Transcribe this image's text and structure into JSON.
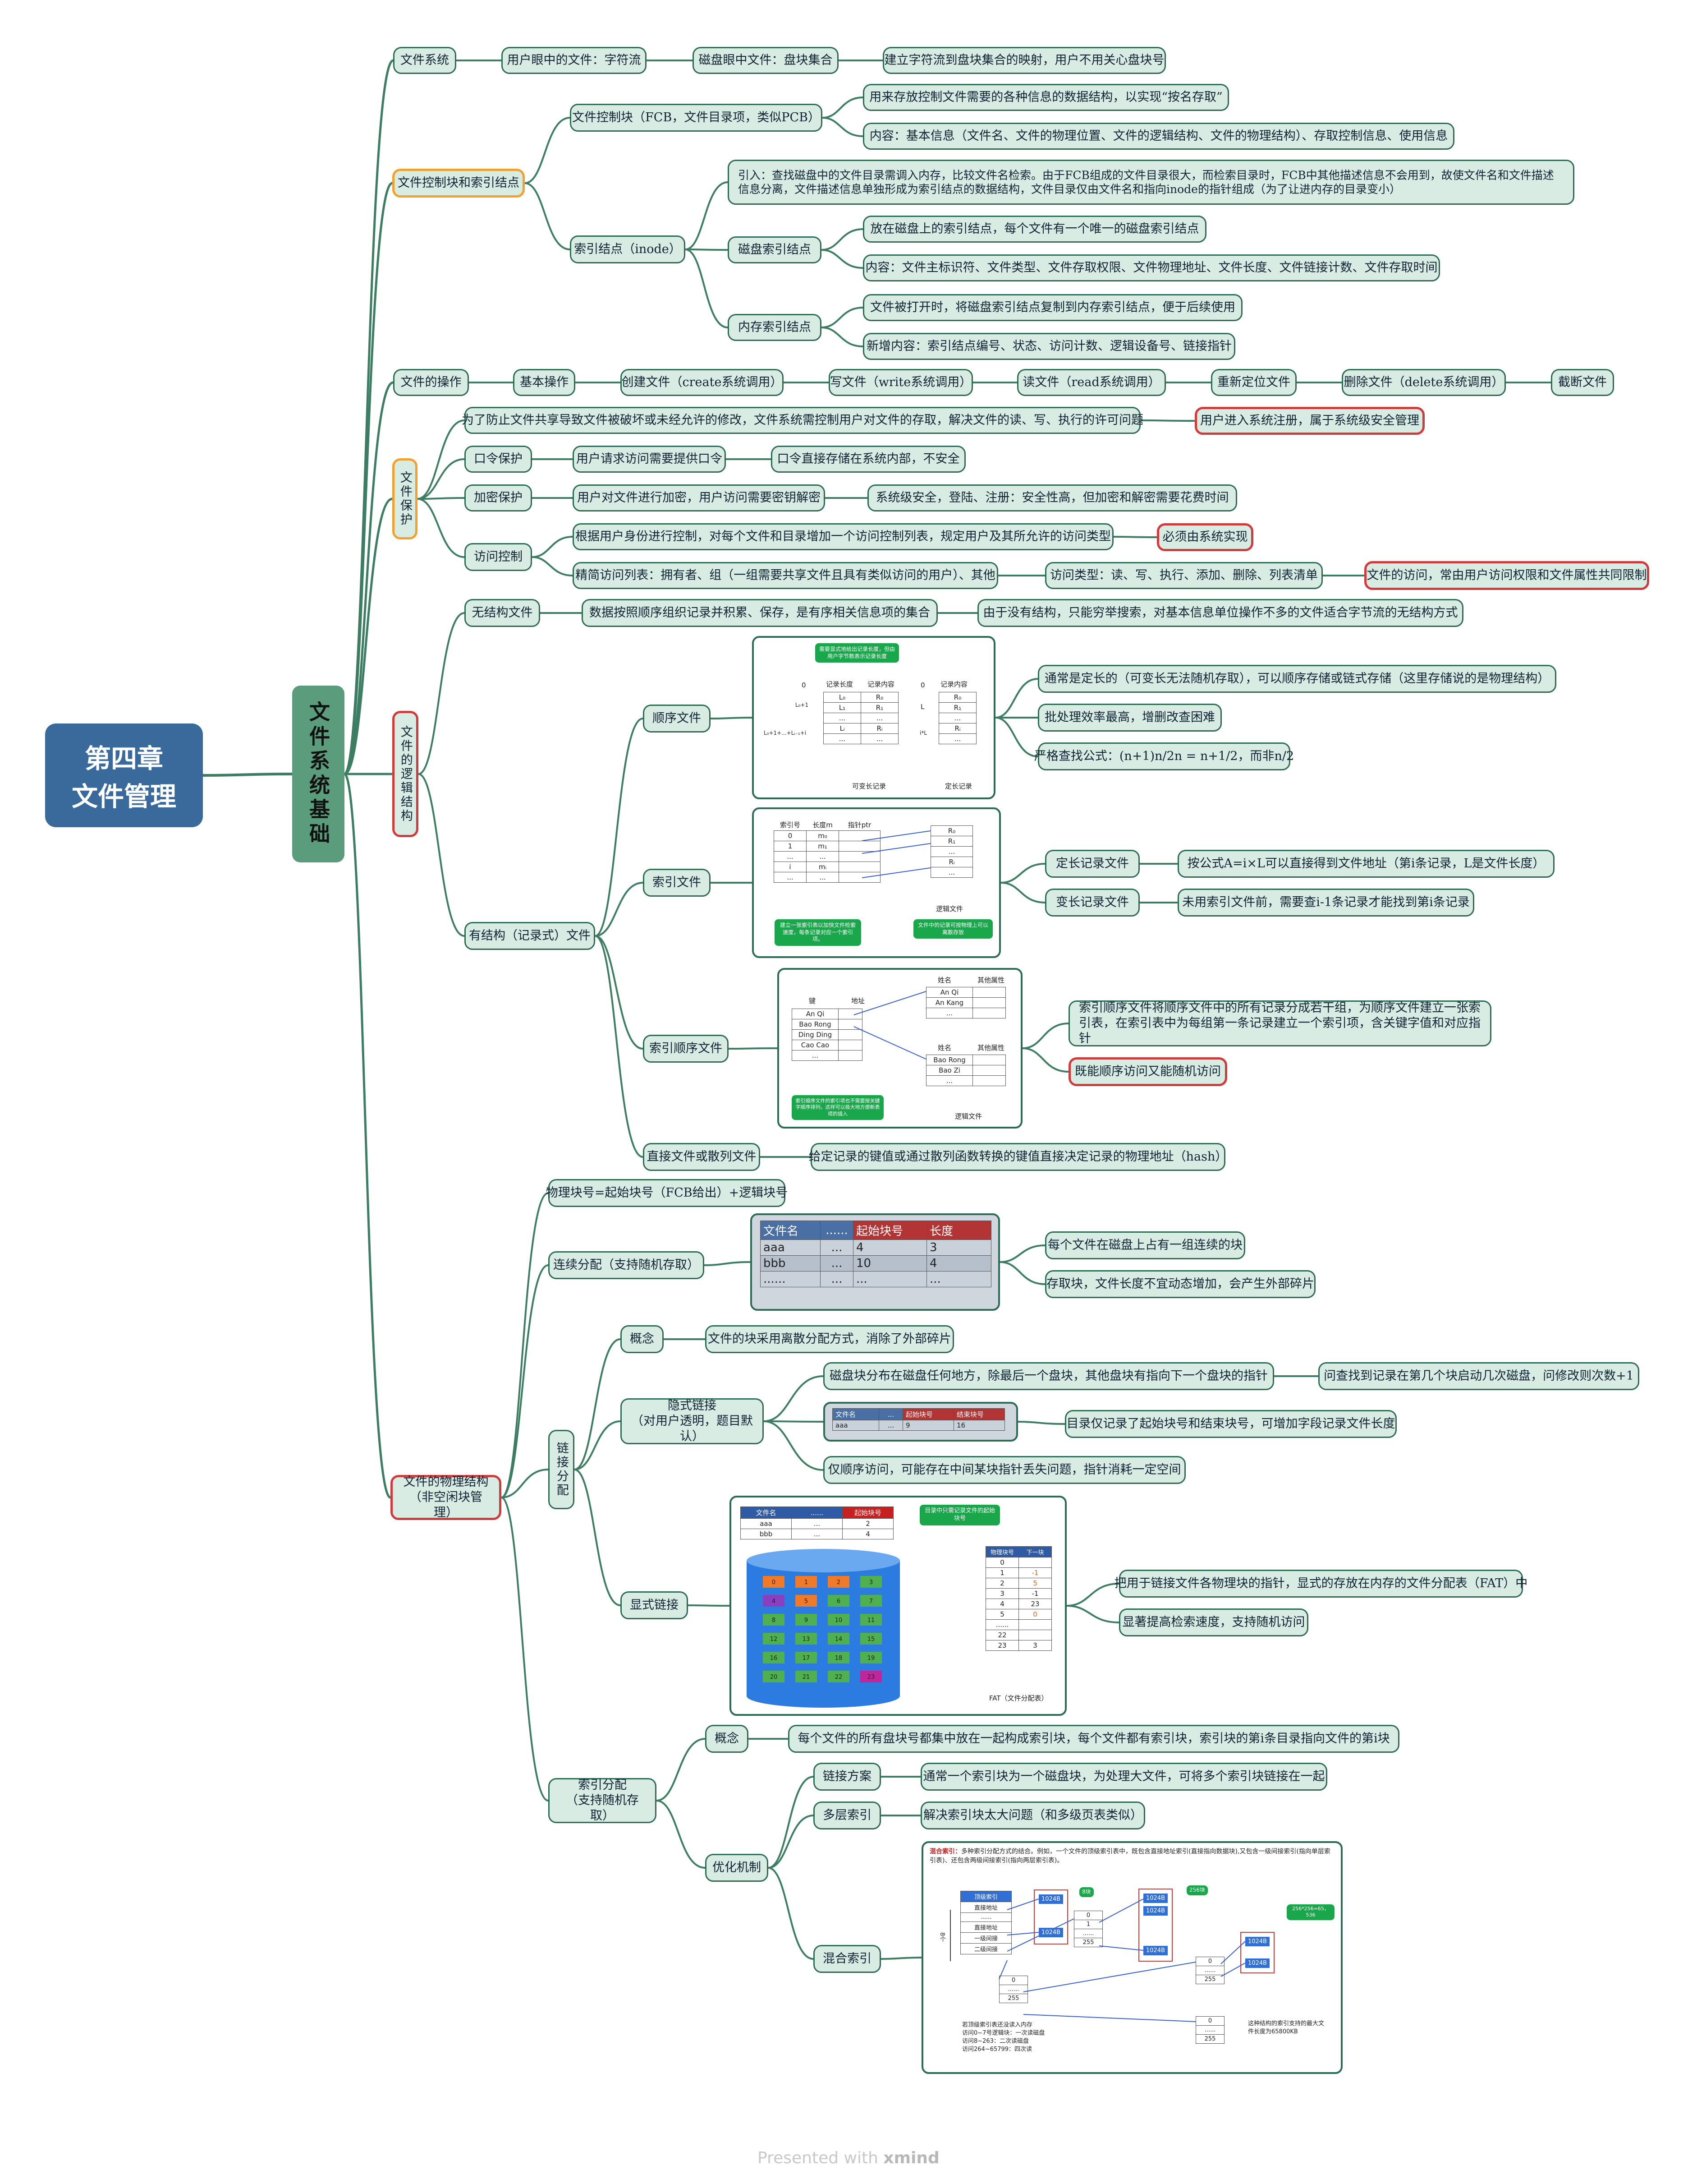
{
  "root": {
    "line1": "第四章",
    "line2": "文件管理"
  },
  "trunk": "文件系统基础",
  "fs": {
    "label": "文件系统",
    "user_view": "用户眼中的文件：字符流",
    "disk_view": "磁盘眼中文件：盘块集合",
    "mapping": "建立字符流到盘块集合的映射，用户不用关心盘块号"
  },
  "fcb": {
    "label": "文件控制块和索引结点",
    "fcb_node": "文件控制块（FCB，文件目录项，类似PCB）",
    "fcb_def": "用来存放控制文件需要的各种信息的数据结构，以实现“按名存取”",
    "fcb_content": "内容：基本信息（文件名、文件的物理位置、文件的逻辑结构、文件的物理结构）、存取控制信息、使用信息",
    "inode": "索引结点（inode）",
    "intro": "引入：查找磁盘中的文件目录需调入内存，比较文件名检索。由于FCB组成的文件目录很大，而检索目录时，FCB中其他描述信息不会用到，故使文件名和文件描述信息分离，文件描述信息单独形成为索引结点的数据结构，文件目录仅由文件名和指向inode的指针组成（为了让进内存的目录变小）",
    "disk_inode": "磁盘索引结点",
    "disk_inode_1": "放在磁盘上的索引结点，每个文件有一个唯一的磁盘索引结点",
    "disk_inode_2": "内容：文件主标识符、文件类型、文件存取权限、文件物理地址、文件长度、文件链接计数、文件存取时间",
    "mem_inode": "内存索引结点",
    "mem_inode_1": "文件被打开时，将磁盘索引结点复制到内存索引结点，便于后续使用",
    "mem_inode_2": "新增内容：索引结点编号、状态、访问计数、逻辑设备号、链接指针"
  },
  "ops": {
    "label": "文件的操作",
    "basic": "基本操作",
    "items": [
      "创建文件（create系统调用）",
      "写文件（write系统调用）",
      "读文件（read系统调用）",
      "重新定位文件",
      "删除文件（delete系统调用）",
      "截断文件"
    ]
  },
  "prot": {
    "label": "文件保护",
    "intro": "为了防止文件共享导致文件被破坏或未经允许的修改，文件系统需控制用户对文件的存取，解决文件的读、写、执行的许可问题",
    "intro_note": "用户进入系统注册，属于系统级安全管理",
    "pwd": "口令保护",
    "pwd_1": "用户请求访问需要提供口令",
    "pwd_2": "口令直接存储在系统内部，不安全",
    "enc": "加密保护",
    "enc_1": "用户对文件进行加密，用户访问需要密钥解密",
    "enc_2": "系统级安全，登陆、注册：安全性高，但加密和解密需要花费时间",
    "acl": "访问控制",
    "acl_1": "根据用户身份进行控制，对每个文件和目录增加一个访问控制列表，规定用户及其所允许的访问类型",
    "acl_1_note": "必须由系统实现",
    "acl_2": "精简访问列表：拥有者、组（一组需要共享文件且具有类似访问的用户）、其他",
    "acl_type": "访问类型：读、写、执行、添加、删除、列表清单",
    "acl_type_note": "文件的访问，常由用户访问权限和文件属性共同限制"
  },
  "logic": {
    "label": "文件的逻辑结构",
    "unstructured": "无结构文件",
    "unstructured_1": "数据按照顺序组织记录并积累、保存，是有序相关信息项的集合",
    "unstructured_2": "由于没有结构，只能穷举搜索，对基本信息单位操作不多的文件适合字节流的无结构方式",
    "structured": "有结构（记录式）文件",
    "seq": "顺序文件",
    "seq_1": "通常是定长的（可变长无法随机存取），可以顺序存储或链式存储（这里存储说的是物理结构）",
    "seq_2": "批处理效率最高，增删改查困难",
    "seq_3": "严格查找公式：(n+1)n/2n = n+1/2，而非n/2",
    "idx": "索引文件",
    "idx_fixed": "定长记录文件",
    "idx_fixed_1": "按公式A=i×L可以直接得到文件地址（第i条记录，L是文件长度）",
    "idx_var": "变长记录文件",
    "idx_var_1": "未用索引文件前，需要查i-1条记录才能找到第i条记录",
    "idxseq": "索引顺序文件",
    "idxseq_1": "索引顺序文件将顺序文件中的所有记录分成若干组，为顺序文件建立一张索引表，在索引表中为每组第一条记录建立一个索引项，含关键字值和对应指针",
    "idxseq_2": "既能顺序访问又能随机访问",
    "hash": "直接文件或散列文件",
    "hash_1": "给定记录的键值或通过散列函数转换的键值直接决定记录的物理地址（hash）"
  },
  "seq_panel": {
    "badge": "需要显式地给出记录长度，但由用户字节数表示记录长度",
    "h_len": "记录长度",
    "h_content": "记录内容",
    "h_content2": "记录内容",
    "zero": "0",
    "zero2": "0",
    "l0": "L₀+1",
    "lsum": "L₀+1+...+Lᵢ₋₁+i",
    "iL": "i*L",
    "rows_len": [
      "L₀",
      "L₁",
      "...",
      "Lᵢ",
      "..."
    ],
    "rows_val": [
      "R₀",
      "R₁",
      "...",
      "Rᵢ",
      "..."
    ],
    "rows_r": [
      "R₀",
      "R₁",
      "...",
      "Rᵢ",
      "..."
    ],
    "cap1": "可变长记录",
    "cap2": "定长记录",
    "pre_l": "L"
  },
  "idx_panel": {
    "h1": "索引号",
    "h2": "长度m",
    "h3": "指针ptr",
    "rows": [
      [
        "0",
        "m₀",
        ""
      ],
      [
        "1",
        "m₁",
        ""
      ],
      [
        "...",
        "...",
        ""
      ],
      [
        "i",
        "mᵢ",
        ""
      ],
      [
        "...",
        "...",
        ""
      ]
    ],
    "rrows": [
      "R₀",
      "R₁",
      "...",
      "Rᵢ",
      "..."
    ],
    "cap": "逻辑文件",
    "b1": "建立一张索引表以加快文件检索速度，每条记录对应一个索引项。",
    "b2": "文件中的记录可按物理上可以离散存放"
  },
  "iseq_panel": {
    "k": "键",
    "addr": "地址",
    "name": "姓名",
    "attr": "其他属性",
    "name2": "姓名",
    "attr2": "其他属性",
    "keys": [
      "An Qi",
      "Bao Rong",
      "Ding Ding",
      "Cao Cao",
      "..."
    ],
    "g1": [
      "An Qi",
      "An Kang",
      "..."
    ],
    "g2": [
      "Bao Rong",
      "Bao Zi",
      "..."
    ],
    "cap": "逻辑文件",
    "badge": "索引顺序文件的索引项也不需要按关键字顺序排列，这样可以极大地方便新表项的插入"
  },
  "phys": {
    "label": "文件的物理结构（非空闲块管理）",
    "block": "物理块号=起始块号（FCB给出）+逻辑块号",
    "contig": "连续分配（支持随机存取）",
    "contig_1": "每个文件在磁盘上占有一组连续的块",
    "contig_2": "存取块，文件长度不宜动态增加，会产生外部碎片",
    "contig_table": {
      "head": [
        "文件名",
        "......",
        "起始块号",
        "长度"
      ],
      "rows": [
        [
          "aaa",
          "...",
          "4",
          "3"
        ],
        [
          "bbb",
          "...",
          "10",
          "4"
        ],
        [
          "......",
          "...",
          "...",
          "..."
        ]
      ]
    },
    "link": "链接分配",
    "concept": "概念",
    "concept_1": "文件的块采用离散分配方式，消除了外部碎片",
    "implicit": "隐式链接",
    "implicit_sub": "（对用户透明，题目默认）",
    "impl_1": "磁盘块分布在磁盘任何地方，除最后一个盘块，其他盘块有指向下一个盘块的指针",
    "impl_1_note": "问查找到记录在第几个块启动几次磁盘，问修改则次数+1",
    "impl_table": {
      "head": [
        "文件名",
        "...",
        "起始块号",
        "结束块号"
      ],
      "row": [
        "aaa",
        "...",
        "9",
        "16"
      ]
    },
    "impl_2": "目录仅记录了起始块号和结束块号，可增加字段记录文件长度",
    "impl_3": "仅顺序访问，可能存在中间某块指针丢失问题，指针消耗一定空间",
    "explicit": "显式链接",
    "expl_1": "把用于链接文件各物理块的指针，显式的存放在内存的文件分配表（FAT）中",
    "expl_2": "显著提高检索速度，支持随机访问",
    "index": "索引分配",
    "index_sub": "（支持随机存取）",
    "idx_concept": "概念",
    "idx_concept_1": "每个文件的所有盘块号都集中放在一起构成索引块，每个文件都有索引块，索引块的第i条目录指向文件的第i块",
    "opt": "优化机制",
    "link_scheme": "链接方案",
    "link_scheme_1": "通常一个索引块为一个磁盘块，为处理大文件，可将多个索引块链接在一起",
    "multi": "多层索引",
    "multi_1": "解决索引块太大问题（和多级页表类似）",
    "mixed": "混合索引"
  },
  "fat_panel": {
    "head": [
      "文件名",
      "......",
      "起始块号"
    ],
    "rows": [
      [
        "aaa",
        "...",
        "2"
      ],
      [
        "bbb",
        "...",
        "4"
      ]
    ],
    "badge": "目录中只需记录文件的起始块号",
    "fat_head": [
      "物理块号",
      "下一块"
    ],
    "fat_rows": [
      [
        "0",
        ""
      ],
      [
        "1",
        "-1"
      ],
      [
        "2",
        "5"
      ],
      [
        "3",
        "-1"
      ],
      [
        "4",
        "23"
      ],
      [
        "5",
        "0"
      ],
      [
        "......",
        ""
      ],
      [
        "22",
        ""
      ],
      [
        "23",
        "3"
      ]
    ],
    "fat_cap": "FAT（文件分配表）",
    "disk_nums": [
      "0",
      "1",
      "2",
      "3",
      "4",
      "5",
      "6",
      "7",
      "8",
      "9",
      "10",
      "11",
      "12",
      "13",
      "14",
      "15",
      "16",
      "17",
      "18",
      "19",
      "20",
      "21",
      "22",
      "23"
    ]
  },
  "mix_panel": {
    "title_red": "混合索引：",
    "title_text": "多种索引分配方式的结合。例如，一个文件的顶级索引表中，既包含直接地址索引(直接指向数据块),又包含一级间接索引(指向单层索引表)、还包含两级间接索引(指向两层索引表)。",
    "top": "顶级索引",
    "d1": "直接地址",
    "dots": "......",
    "d2": "直接地址",
    "l1": "一级间接",
    "l2": "二级间接",
    "side": "8个",
    "b1": "1024B",
    "b2": "1024B",
    "b3": "1024B",
    "b4": "1024B",
    "b5": "1024B",
    "b6": "1024B",
    "b7": "1024B",
    "bn1": "8块",
    "bn2": "256块",
    "bn3": "256*256=65，536",
    "i0": "0",
    "i1": "1",
    "idots": "......",
    "i255": "255",
    "j0": "0",
    "jdots": "......",
    "j255": "255",
    "k0": "0",
    "kdots": "......",
    "k255": "255",
    "m0": "0",
    "mdots": "......",
    "m255": "255",
    "note1": "若顶级索引表还没读入内存",
    "note2": "访问0~7号逻辑块：一次读磁盘",
    "note3": "访问8~263：二次读磁盘",
    "note4": "访问264~65799：四次读",
    "note5": "这种结构的索引支持的最大文件长度为65800KB"
  },
  "footer": {
    "pre": "Presented with",
    "brand": "xmind"
  }
}
